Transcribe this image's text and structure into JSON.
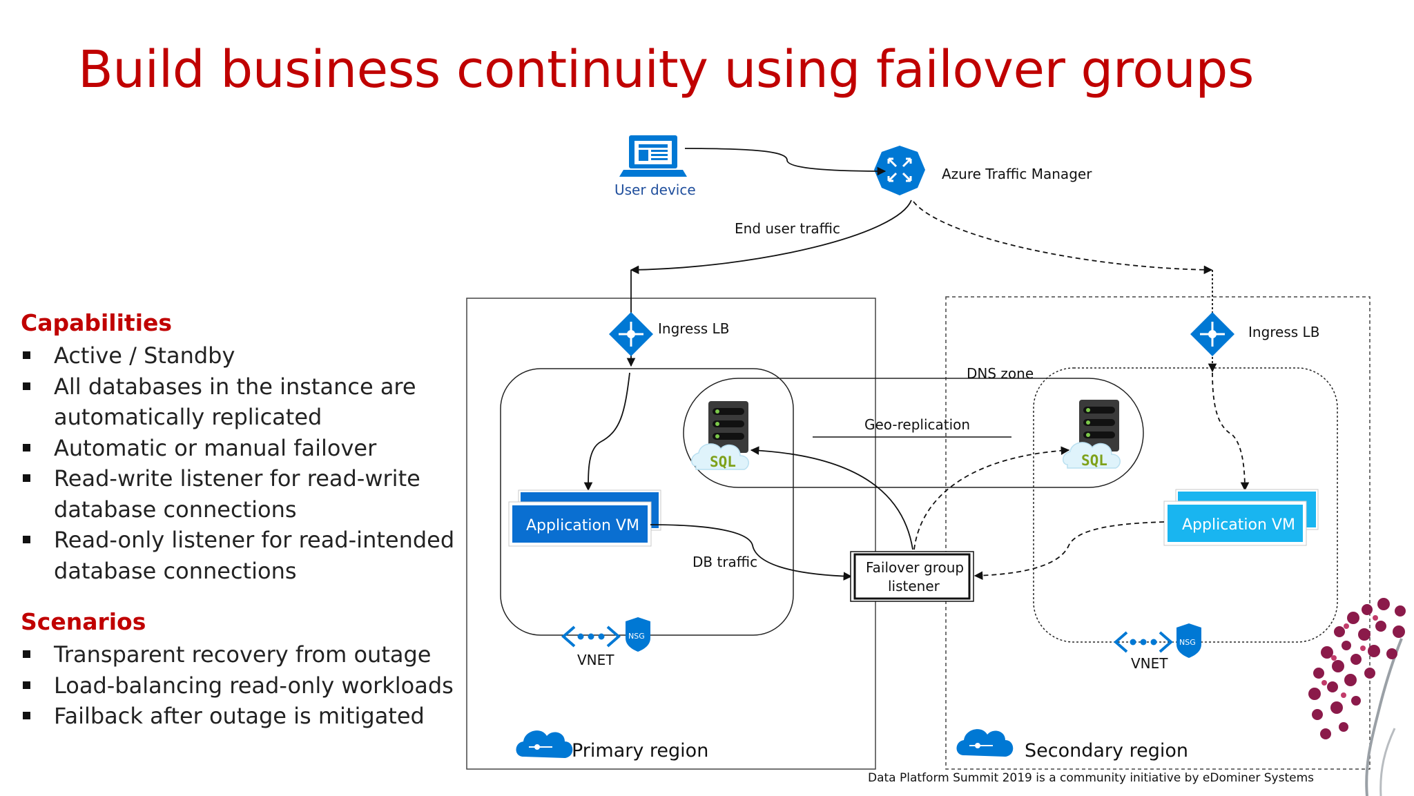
{
  "title": "Build business continuity using failover groups",
  "capabilities": {
    "heading": "Capabilities",
    "items": [
      "Active / Standby",
      "All databases in the instance are automatically replicated",
      "Automatic or manual failover",
      "Read-write listener for read-write database connections",
      "Read-only listener for read-intended database connections"
    ]
  },
  "scenarios": {
    "heading": "Scenarios",
    "items": [
      "Transparent recovery from outage",
      "Load-balancing read-only workloads",
      "Failback after outage is mitigated"
    ]
  },
  "diagram": {
    "user_device": "User device",
    "traffic_manager": "Azure Traffic Manager",
    "end_user_traffic": "End user traffic",
    "ingress_lb_primary": "Ingress LB",
    "ingress_lb_secondary": "Ingress LB",
    "dns_zone": "DNS zone",
    "geo_replication": "Geo-replication",
    "sql_badge_primary": "SQL",
    "sql_badge_secondary": "SQL",
    "app_vm_primary": "Application VM",
    "app_vm_secondary": "Application VM",
    "db_traffic": "DB traffic",
    "failover_listener_line1": "Failover group",
    "failover_listener_line2": "listener",
    "vnet_primary": "VNET",
    "vnet_secondary": "VNET",
    "nsg_primary": "NSG",
    "nsg_secondary": "NSG",
    "primary_region": "Primary region",
    "secondary_region": "Secondary region"
  },
  "footer": "Data Platform Summit 2019 is a community initiative by eDominer Systems",
  "colors": {
    "title_red": "#c00000",
    "azure_blue": "#0078d4",
    "vm_primary": "#0a6fd1",
    "vm_secondary": "#19b5f0",
    "sql_green": "#7ea11a"
  }
}
